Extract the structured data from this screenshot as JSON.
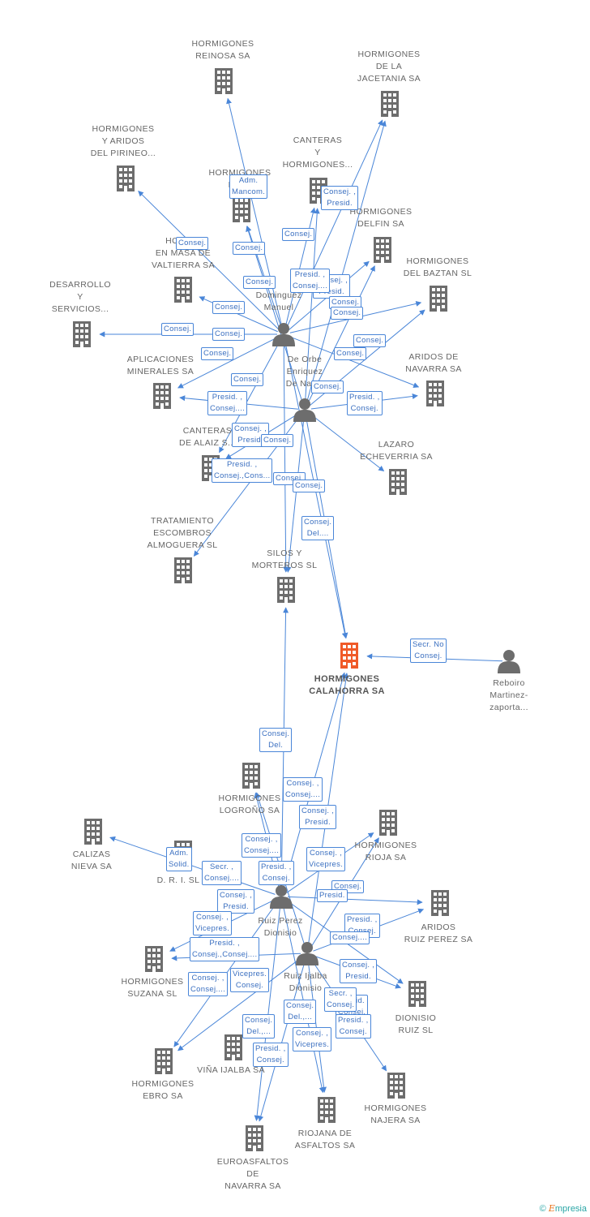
{
  "colors": {
    "edge": "#4a86d8",
    "building": "#6d6d6d",
    "main_building": "#f05a28",
    "person": "#6d6d6d"
  },
  "footer": {
    "copyright": "©",
    "brand_initial": "E",
    "brand_rest": "mpresia"
  },
  "nodes": [
    {
      "id": "main",
      "type": "company-main",
      "lines": [
        "HORMIGONES",
        "CALAHORRA SA"
      ]
    },
    {
      "id": "reboiro",
      "type": "person",
      "lines": [
        "Reboiro",
        "Martinez-",
        "zaporta..."
      ]
    },
    {
      "id": "reinosa",
      "type": "company",
      "lines": [
        "HORMIGONES",
        "REINOSA SA"
      ]
    },
    {
      "id": "jacetania",
      "type": "company",
      "lines": [
        "HORMIGONES",
        "DE LA",
        "JACETANIA SA"
      ]
    },
    {
      "id": "pirineo",
      "type": "company",
      "lines": [
        "HORMIGONES",
        "Y ARIDOS",
        "DEL PIRINEO..."
      ]
    },
    {
      "id": "canteras",
      "type": "company",
      "lines": [
        "CANTERAS",
        "Y",
        "HORMIGONES..."
      ]
    },
    {
      "id": "hrei",
      "type": "company",
      "lines": [
        "HORMIGONES",
        "REI..."
      ]
    },
    {
      "id": "delfin",
      "type": "company",
      "lines": [
        "HORMIGONES",
        "DELFIN SA"
      ]
    },
    {
      "id": "valtierra",
      "type": "company",
      "lines": [
        "HORM...",
        "EN MASA DE",
        "VALTIERRA SA"
      ]
    },
    {
      "id": "baztan",
      "type": "company",
      "lines": [
        "HORMIGONES",
        "DEL BAZTAN SL"
      ]
    },
    {
      "id": "desarrollo",
      "type": "company",
      "lines": [
        "DESARROLLO",
        "Y",
        "SERVICIOS..."
      ]
    },
    {
      "id": "p_dominguez",
      "type": "person",
      "lines": [
        "Dominguez",
        "Manuel"
      ]
    },
    {
      "id": "p_orbe",
      "type": "person",
      "lines": [
        "De Orbe",
        "Enriquez",
        "De Nav..."
      ]
    },
    {
      "id": "aplicaciones",
      "type": "company",
      "lines": [
        "APLICACIONES",
        "MINERALES SA"
      ]
    },
    {
      "id": "aridos_navarra",
      "type": "company",
      "lines": [
        "ARIDOS DE",
        "NAVARRA SA"
      ]
    },
    {
      "id": "alaiz",
      "type": "company",
      "lines": [
        "CANTERAS",
        "DE ALAIZ S..."
      ]
    },
    {
      "id": "lazaro",
      "type": "company",
      "lines": [
        "LAZARO",
        "ECHEVERRIA SA"
      ]
    },
    {
      "id": "tratamiento",
      "type": "company",
      "lines": [
        "TRATAMIENTO",
        "ESCOMBROS",
        "ALMOGUERA SL"
      ]
    },
    {
      "id": "silos",
      "type": "company",
      "lines": [
        "SILOS Y",
        "MORTEROS SL"
      ]
    },
    {
      "id": "logrono",
      "type": "company",
      "lines": [
        "HORMIGONES",
        "LOGROÑO SA"
      ]
    },
    {
      "id": "rioja",
      "type": "company",
      "lines": [
        "HORMIGONES",
        "RIOJA SA"
      ]
    },
    {
      "id": "calizas",
      "type": "company",
      "lines": [
        "CALIZAS",
        "NIEVA SA"
      ]
    },
    {
      "id": "dri",
      "type": "company",
      "lines": [
        "D. R. I.  SL"
      ]
    },
    {
      "id": "aridos_ruiz",
      "type": "company",
      "lines": [
        "ARIDOS",
        "RUIZ PEREZ SA"
      ]
    },
    {
      "id": "p_ruizperez",
      "type": "person",
      "lines": [
        "Ruiz Perez",
        "Dionisio"
      ]
    },
    {
      "id": "p_ruizijalba",
      "type": "person",
      "lines": [
        "Ruiz Ijalba",
        "Dionisio"
      ]
    },
    {
      "id": "suzana",
      "type": "company",
      "lines": [
        "HORMIGONES",
        "SUZANA SL"
      ]
    },
    {
      "id": "dionisio_ruiz",
      "type": "company",
      "lines": [
        "DIONISIO",
        "RUIZ SL"
      ]
    },
    {
      "id": "ebro",
      "type": "company",
      "lines": [
        "HORMIGONES",
        "EBRO SA"
      ]
    },
    {
      "id": "vina",
      "type": "company",
      "lines": [
        "VIÑA IJALBA SA"
      ]
    },
    {
      "id": "najera",
      "type": "company",
      "lines": [
        "HORMIGONES",
        "NAJERA SA"
      ]
    },
    {
      "id": "riojana",
      "type": "company",
      "lines": [
        "RIOJANA DE",
        "ASFALTOS SA"
      ]
    },
    {
      "id": "euroasfaltos",
      "type": "company",
      "lines": [
        "EUROASFALTOS",
        "DE",
        "NAVARRA SA"
      ]
    }
  ],
  "edge_labels": [
    {
      "lines": [
        "Adm.",
        "Mancom."
      ]
    },
    {
      "lines": [
        "Consej. ,",
        "Presid."
      ]
    },
    {
      "lines": [
        "Consej."
      ]
    },
    {
      "lines": [
        "Consej."
      ]
    },
    {
      "lines": [
        "Consej."
      ]
    },
    {
      "lines": [
        "Consej."
      ]
    },
    {
      "lines": [
        "Consej. ,",
        "Presid."
      ]
    },
    {
      "lines": [
        "Presid. ,",
        "Consej...."
      ]
    },
    {
      "lines": [
        "Consej."
      ]
    },
    {
      "lines": [
        "Consej."
      ]
    },
    {
      "lines": [
        "Consej."
      ]
    },
    {
      "lines": [
        "Consej."
      ]
    },
    {
      "lines": [
        "Consej."
      ]
    },
    {
      "lines": [
        "Consej."
      ]
    },
    {
      "lines": [
        "Consej."
      ]
    },
    {
      "lines": [
        "Consej."
      ]
    },
    {
      "lines": [
        "Consej."
      ]
    },
    {
      "lines": [
        "Presid. ,",
        "Consej...."
      ]
    },
    {
      "lines": [
        "Consej."
      ]
    },
    {
      "lines": [
        "Presid. ,",
        "Consej."
      ]
    },
    {
      "lines": [
        "Consej. ,",
        "Presid."
      ]
    },
    {
      "lines": [
        "Consej."
      ]
    },
    {
      "lines": [
        "Presid. ,",
        "Consej.,Cons..."
      ]
    },
    {
      "lines": [
        "Consej."
      ]
    },
    {
      "lines": [
        "Consej."
      ]
    },
    {
      "lines": [
        "Consej.",
        "Del...."
      ]
    },
    {
      "lines": [
        "Secr.  No",
        "Consej."
      ]
    },
    {
      "lines": [
        "Consej.",
        "Del."
      ]
    },
    {
      "lines": [
        "Consej. ,",
        "Consej...."
      ]
    },
    {
      "lines": [
        "Consej. ,",
        "Presid."
      ]
    },
    {
      "lines": [
        "Consej. ,",
        "Consej...."
      ]
    },
    {
      "lines": [
        "Adm.",
        "Solid."
      ]
    },
    {
      "lines": [
        "Secr. ,",
        "Consej...."
      ]
    },
    {
      "lines": [
        "Presid. ,",
        "Consej."
      ]
    },
    {
      "lines": [
        "Consej. ,",
        "Vicepres."
      ]
    },
    {
      "lines": [
        "Consej."
      ]
    },
    {
      "lines": [
        "Presid."
      ]
    },
    {
      "lines": [
        "Consej. ,",
        "Presid."
      ]
    },
    {
      "lines": [
        "Presid. ,",
        "Consej."
      ]
    },
    {
      "lines": [
        "Consej. ,",
        "Vicepres."
      ]
    },
    {
      "lines": [
        "Presid. ,",
        "Consej.,Consej...."
      ]
    },
    {
      "lines": [
        "Consej...."
      ]
    },
    {
      "lines": [
        "Consej. ,",
        "Presid."
      ]
    },
    {
      "lines": [
        "Consej. ,",
        "Consej...."
      ]
    },
    {
      "lines": [
        "Vicepres.",
        "Consej."
      ]
    },
    {
      "lines": [
        "Presid.",
        "Consej."
      ]
    },
    {
      "lines": [
        "Secr. ,",
        "Consej."
      ]
    },
    {
      "lines": [
        "Consej.",
        "Del.,..."
      ]
    },
    {
      "lines": [
        "Presid. ,",
        "Consej."
      ]
    },
    {
      "lines": [
        "Consej.",
        "Del.,..."
      ]
    },
    {
      "lines": [
        "Consej. ,",
        "Vicepres."
      ]
    },
    {
      "lines": [
        "Presid. ,",
        "Consej."
      ]
    }
  ]
}
